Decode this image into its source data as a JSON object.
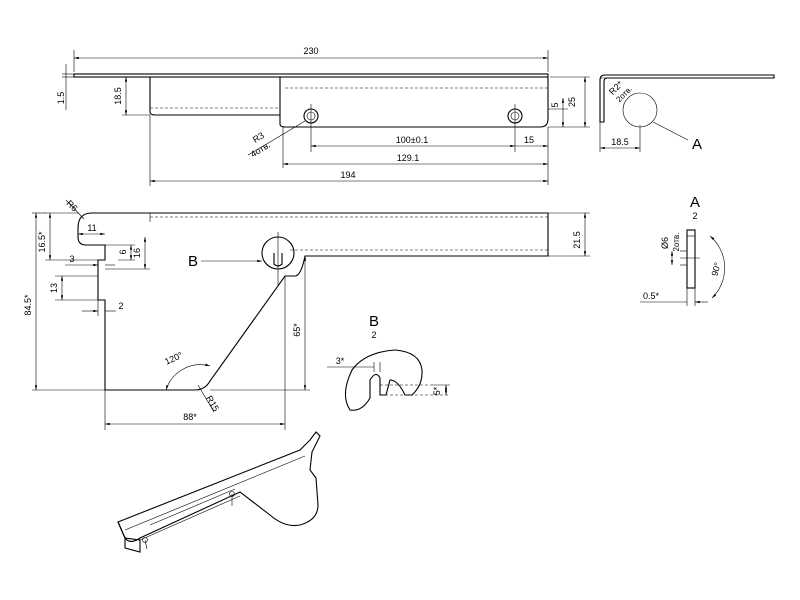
{
  "colors": {
    "ink": "#000000",
    "paper": "#ffffff"
  },
  "top_view": {
    "dims": {
      "overall_length": "230",
      "thickness": "1.5",
      "flange_height": "18.5",
      "hole_offset": "5",
      "total_height": "25",
      "hole_radius": "R3",
      "hole_count": "4отв.",
      "hole_spacing": "100±0.1",
      "hole_edge": "15",
      "hole_span": "129.1",
      "flange_length": "194"
    }
  },
  "side_view": {
    "dims": {
      "bend_radius": "R2*",
      "bend_note": "2отв.",
      "flange_depth": "18.5"
    },
    "callout": "A"
  },
  "front_view": {
    "dims": {
      "corner_radius": "R6",
      "hook_width": "11",
      "hook_height": "16.5*",
      "notch": "6",
      "slot_height": "16",
      "slot_depth": "3",
      "step_height": "13",
      "step_width": "2",
      "total_height": "84.5*",
      "right_height": "21.5",
      "vertical_drop": "65*",
      "bottom_length": "88*",
      "angle": "120°",
      "inner_radius": "R15"
    },
    "callout": "B"
  },
  "detail_a": {
    "title": "A",
    "scale": "2",
    "dims": {
      "hole_dia": "Ø6",
      "hole_note": "2отв.",
      "angle": "90°",
      "offset": "0.5*"
    }
  },
  "detail_b": {
    "title": "B",
    "scale": "2",
    "dims": {
      "slot_width": "3*",
      "slot_depth": "5*"
    }
  }
}
